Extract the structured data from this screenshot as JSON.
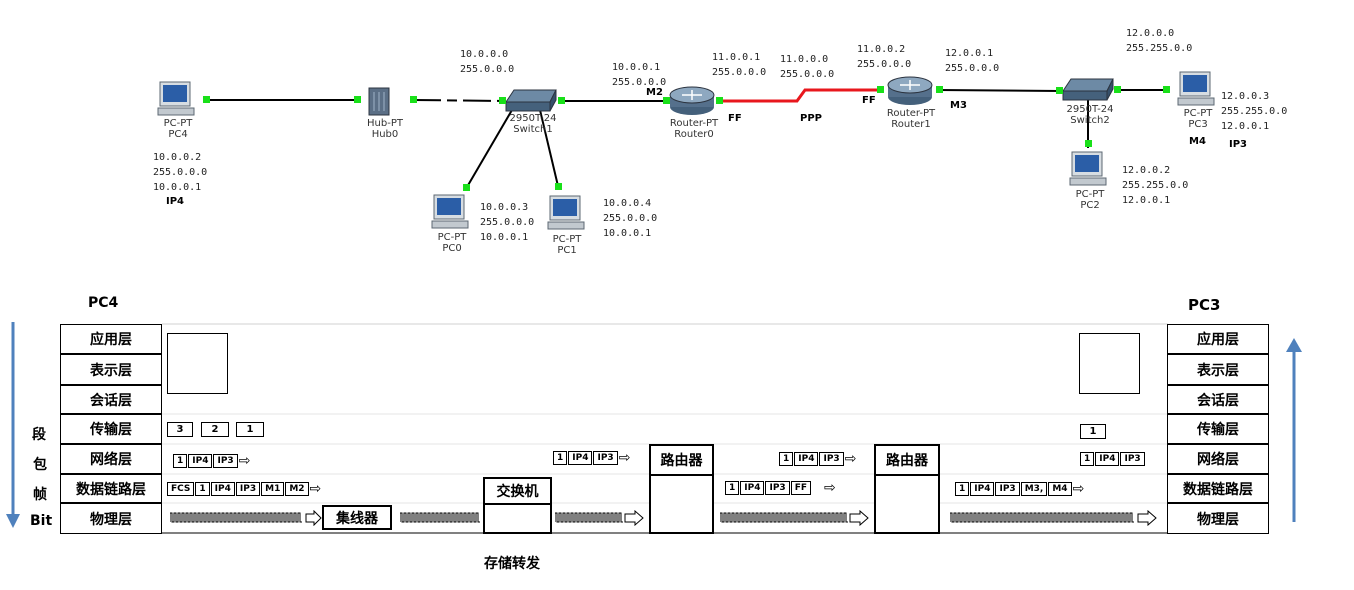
{
  "topology": {
    "devices": {
      "pc4": {
        "type": "PC-PT",
        "name": "PC4"
      },
      "hub0": {
        "type": "Hub-PT",
        "name": "Hub0"
      },
      "switch1": {
        "type": "2950T-24",
        "name": "Switch1"
      },
      "pc0": {
        "type": "PC-PT",
        "name": "PC0"
      },
      "pc1": {
        "type": "PC-PT",
        "name": "PC1"
      },
      "router0": {
        "type": "Router-PT",
        "name": "Router0"
      },
      "router1": {
        "type": "Router-PT",
        "name": "Router1"
      },
      "switch2": {
        "type": "2950T-24",
        "name": "Switch2"
      },
      "pc2": {
        "type": "PC-PT",
        "name": "PC2"
      },
      "pc3": {
        "type": "PC-PT",
        "name": "PC3"
      }
    },
    "addresses": {
      "pc4": "10.0.0.2\n255.0.0.0\n10.0.0.1",
      "net10": "10.0.0.0\n255.0.0.0",
      "pc0": "10.0.0.3\n255.0.0.0\n10.0.0.1",
      "pc1": "10.0.0.4\n255.0.0.0\n10.0.0.1",
      "r0_left": "10.0.0.1\n255.0.0.0",
      "r0_right": "11.0.0.1\n255.0.0.0",
      "net11": "11.0.0.0\n255.0.0.0",
      "r1_left": "11.0.0.2\n255.0.0.0",
      "r1_right": "12.0.0.1\n255.0.0.0",
      "net12": "12.0.0.0\n255.255.0.0",
      "pc2": "12.0.0.2\n255.255.0.0\n12.0.0.1",
      "pc3": "12.0.0.3\n255.255.0.0\n12.0.0.1"
    },
    "tags": {
      "ip4": "IP4",
      "m2": "M2",
      "ff1": "FF",
      "ppp": "PPP",
      "ff2": "FF",
      "m3": "M3",
      "m4": "M4",
      "ip3": "IP3"
    },
    "colors": {
      "link": "#000000",
      "serial": "#e8171d",
      "port": "#19e019"
    }
  },
  "stack": {
    "left_host": "PC4",
    "right_host": "PC3",
    "layers": [
      "应用层",
      "表示层",
      "会话层",
      "传输层",
      "网络层",
      "数据链路层",
      "物理层"
    ],
    "side_left": [
      "段",
      "包",
      "帧",
      "Bit"
    ],
    "arrow_color": "#4f81bd",
    "transport_left": [
      "3",
      "2",
      "1"
    ],
    "transport_right": "1",
    "pdu_labels": {
      "ip4": "IP4",
      "ip3": "IP3",
      "fcs": "FCS",
      "m1": "M1",
      "m2": "M2",
      "ff": "FF",
      "m3": "M3,",
      "m4": "M4",
      "one": "1"
    },
    "devices": {
      "hub": "集线器",
      "switch": "交换机",
      "router1": "路由器",
      "router2": "路由器"
    },
    "footer": "存储转发"
  }
}
